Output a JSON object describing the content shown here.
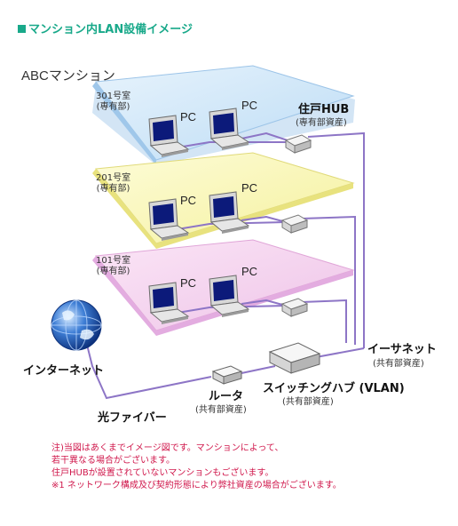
{
  "title": "マンション内LAN設備イメージ",
  "building_name": "ABCマンション",
  "floors": [
    {
      "room": "301号室",
      "sub": "(専有部)",
      "pc1": "PC",
      "pc2": "PC"
    },
    {
      "room": "201号室",
      "sub": "(専有部)",
      "pc1": "PC",
      "pc2": "PC"
    },
    {
      "room": "101号室",
      "sub": "(専有部)",
      "pc1": "PC",
      "pc2": "PC"
    }
  ],
  "hub": {
    "label": "住戸HUB",
    "sub": "(専有部資産)"
  },
  "ethernet": {
    "label": "イーサネット",
    "sub": "(共有部資産)"
  },
  "switch": {
    "label": "スイッチングハブ (VLAN)",
    "sub": "(共有部資産)"
  },
  "router": {
    "label": "ルータ",
    "sub": "(共有部資産)"
  },
  "internet": {
    "label": "インターネット"
  },
  "fiber": {
    "label": "光ファイバー"
  },
  "notes": [
    "注)当図はあくまでイメージ図です。マンションによって、",
    "若干異なる場合がございます。",
    "住戸HUBが設置されていないマンションもございます。",
    "※1 ネットワーク構成及び契約形態により弊社資産の場合がございます。"
  ],
  "colors": {
    "floor_top": "#cfe6f8",
    "floor_mid": "#f9f7b6",
    "floor_bottom": "#f5d3ef",
    "cable": "#8d75c6",
    "title_accent": "#19a98a",
    "note_text": "#d0184c"
  }
}
